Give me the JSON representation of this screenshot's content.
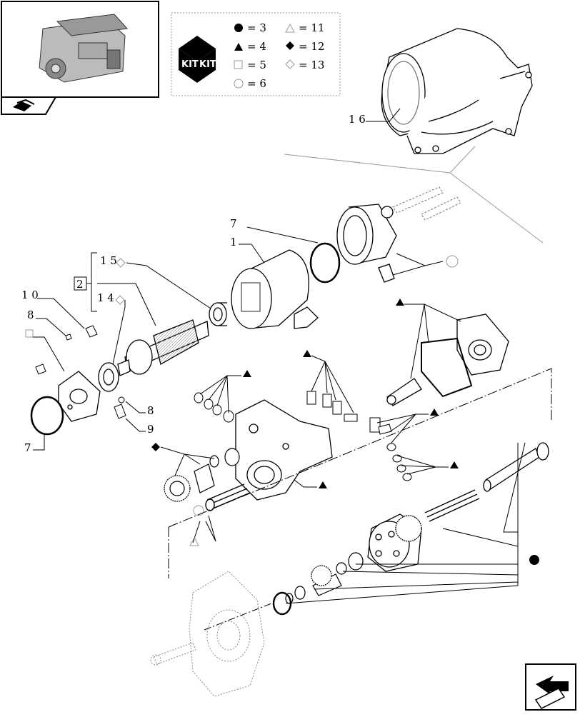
{
  "kit_legend": {
    "kit_label": "KIT",
    "entries": [
      {
        "symbol": "circle-filled",
        "value": "= 3"
      },
      {
        "symbol": "triangle-filled",
        "value": "= 4"
      },
      {
        "symbol": "square-outline",
        "value": "= 5"
      },
      {
        "symbol": "circle-outline",
        "value": "= 6"
      },
      {
        "symbol": "triangle-outline",
        "value": "= 11"
      },
      {
        "symbol": "diamond-filled",
        "value": "= 12"
      },
      {
        "symbol": "diamond-outline",
        "value": "= 13"
      }
    ]
  },
  "callouts": {
    "starter_assembly": "1 6",
    "seal_ring_top": "7",
    "housing": "1",
    "bearing_top": "1 5",
    "armature_group": "2",
    "bearing_lower": "1 4",
    "brush_holder": "1 0",
    "brush_plate_screw": "8",
    "screw_right": "8",
    "terminal": "9",
    "seal_ring_left": "7"
  },
  "nav_icons": {
    "top_left": "engine-thumbnail-icon",
    "bottom_right": "next-page-arrow-icon"
  }
}
